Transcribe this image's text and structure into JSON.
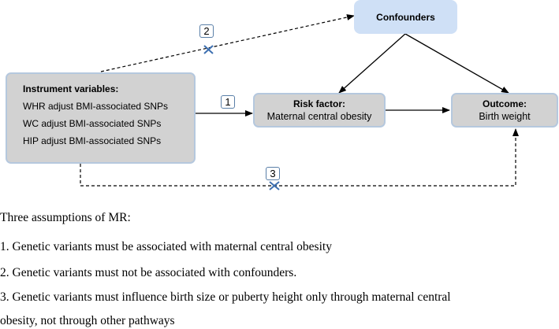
{
  "diagram": {
    "confounders": "Confounders",
    "instrument": {
      "title": "Instrument variables:",
      "items": [
        "WHR adjust BMI-associated SNPs",
        "WC adjust BMI-associated SNPs",
        "HIP adjust BMI-associated SNPs"
      ]
    },
    "risk": {
      "title": "Risk factor:",
      "sub": "Maternal central obesity"
    },
    "outcome": {
      "title": "Outcome:",
      "sub": "Birth weight"
    },
    "paths": [
      "1",
      "2",
      "3"
    ]
  },
  "assumptions": {
    "heading": "Three assumptions of MR:",
    "items": [
      "1. Genetic variants must be associated with maternal central obesity",
      "2. Genetic variants must not be associated with confounders.",
      "3. Genetic variants must influence birth size or puberty height only through maternal central",
      "obesity, not through other pathways"
    ]
  },
  "colors": {
    "box_fill": "#d2d2d2",
    "box_border": "#b5c8de",
    "confounder_fill": "#cfe0f6",
    "broken_mark": "#3d6fb0"
  }
}
